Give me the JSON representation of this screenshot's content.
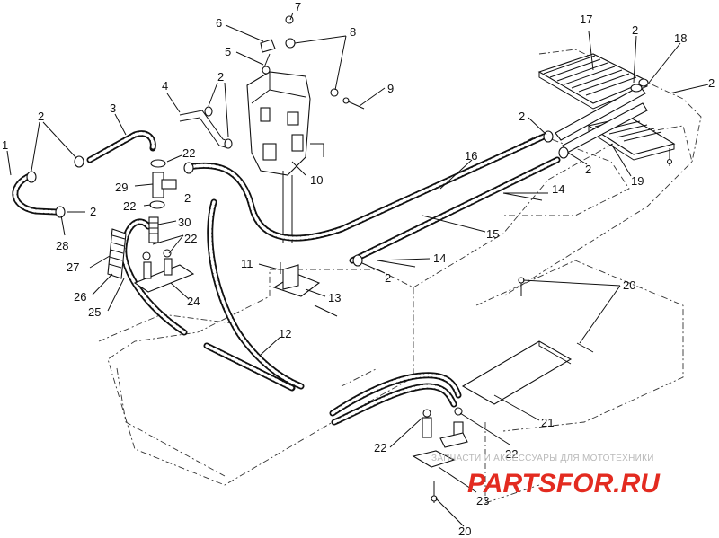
{
  "callouts": [
    {
      "id": "c1",
      "label": "1"
    },
    {
      "id": "c2a",
      "label": "2"
    },
    {
      "id": "c3",
      "label": "3"
    },
    {
      "id": "c2b",
      "label": "2"
    },
    {
      "id": "c28",
      "label": "28"
    },
    {
      "id": "c4",
      "label": "4"
    },
    {
      "id": "c2c",
      "label": "2"
    },
    {
      "id": "c6",
      "label": "6"
    },
    {
      "id": "c7",
      "label": "7"
    },
    {
      "id": "c8",
      "label": "8"
    },
    {
      "id": "c5",
      "label": "5"
    },
    {
      "id": "c9",
      "label": "9"
    },
    {
      "id": "c10",
      "label": "10"
    },
    {
      "id": "c22a",
      "label": "22"
    },
    {
      "id": "c29",
      "label": "29"
    },
    {
      "id": "c22b",
      "label": "22"
    },
    {
      "id": "c2d",
      "label": "2"
    },
    {
      "id": "c30",
      "label": "30"
    },
    {
      "id": "c22c",
      "label": "22"
    },
    {
      "id": "c27",
      "label": "27"
    },
    {
      "id": "c26",
      "label": "26"
    },
    {
      "id": "c24",
      "label": "24"
    },
    {
      "id": "c25",
      "label": "25"
    },
    {
      "id": "c11",
      "label": "11"
    },
    {
      "id": "c13",
      "label": "13"
    },
    {
      "id": "c12",
      "label": "12"
    },
    {
      "id": "c16",
      "label": "16"
    },
    {
      "id": "c15",
      "label": "15"
    },
    {
      "id": "c14a",
      "label": "14"
    },
    {
      "id": "c14b",
      "label": "14"
    },
    {
      "id": "c2e",
      "label": "2"
    },
    {
      "id": "c17",
      "label": "17"
    },
    {
      "id": "c2f",
      "label": "2"
    },
    {
      "id": "c18",
      "label": "18"
    },
    {
      "id": "c2g",
      "label": "2"
    },
    {
      "id": "c2h",
      "label": "2"
    },
    {
      "id": "c2i",
      "label": "2"
    },
    {
      "id": "c19",
      "label": "19"
    },
    {
      "id": "c20a",
      "label": "20"
    },
    {
      "id": "c21",
      "label": "21"
    },
    {
      "id": "c22d",
      "label": "22"
    },
    {
      "id": "c22e",
      "label": "22"
    },
    {
      "id": "c23",
      "label": "23"
    },
    {
      "id": "c20b",
      "label": "20"
    }
  ],
  "watermark": {
    "tagline": "ЗАПЧАСТИ И АКСЕССУАРЫ ДЛЯ МОТОТЕХНИКИ",
    "logo": "PARTSFOR.RU"
  },
  "colors": {
    "ink": "#111111",
    "watermark_red": "#e32b20",
    "watermark_gray": "#b9b9b9"
  }
}
